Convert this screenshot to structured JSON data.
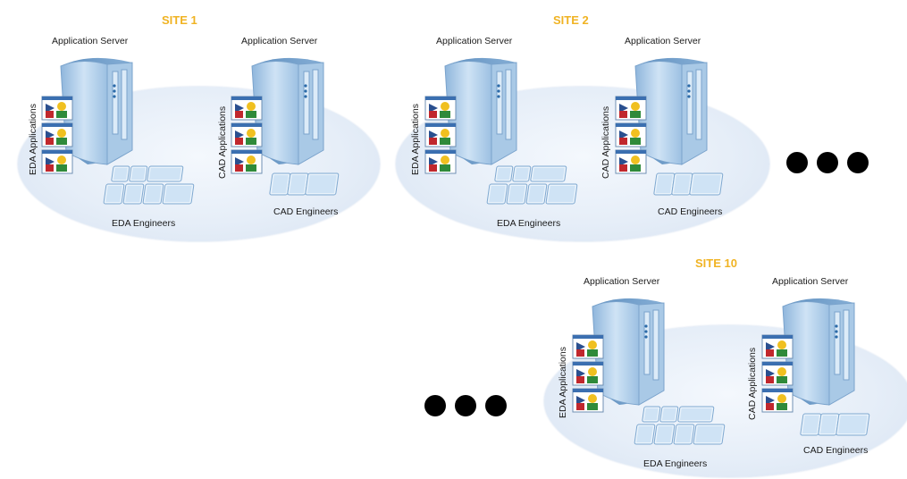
{
  "colors": {
    "site_title": "#f0b323",
    "ellipse": "#e3ecf7",
    "server_body": "#a9c9e6",
    "screen": "#cfe3f5"
  },
  "sites": [
    {
      "title": "SITE 1",
      "groups": [
        {
          "server_label": "Application Server",
          "apps_label": "EDA Applications",
          "engineers_label": "EDA Engineers"
        },
        {
          "server_label": "Application Server",
          "apps_label": "CAD  Applications",
          "engineers_label": "CAD Engineers"
        }
      ]
    },
    {
      "title": "SITE 2",
      "groups": [
        {
          "server_label": "Application Server",
          "apps_label": "EDA Applications",
          "engineers_label": "EDA Engineers"
        },
        {
          "server_label": "Application Server",
          "apps_label": "CAD  Applications",
          "engineers_label": "CAD Engineers"
        }
      ]
    },
    {
      "title": "SITE 10",
      "groups": [
        {
          "server_label": "Application Server",
          "apps_label": "EDA Applications",
          "engineers_label": "EDA Engineers"
        },
        {
          "server_label": "Application Server",
          "apps_label": "CAD  Applications",
          "engineers_label": "CAD Engineers"
        }
      ]
    }
  ],
  "icons": {
    "server": "server-tower-icon",
    "application": "application-window-icon",
    "engineer": "monitor-screen-icon",
    "more": "ellipsis-dots"
  }
}
